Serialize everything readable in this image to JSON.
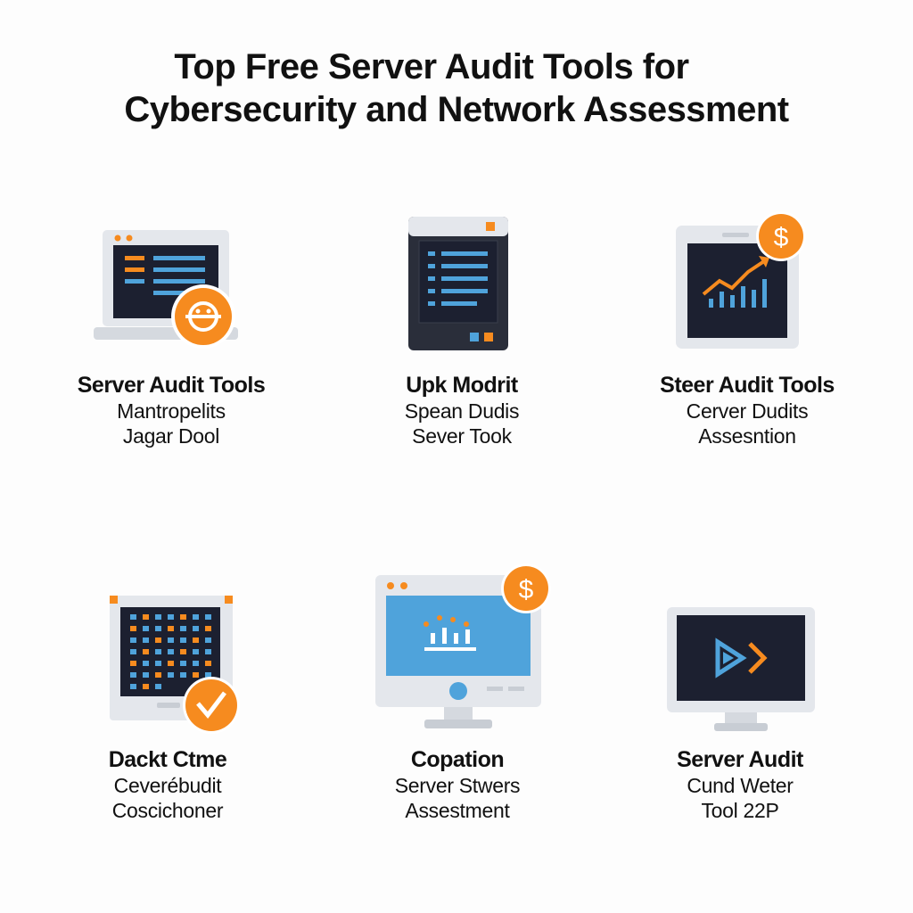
{
  "title": {
    "line1": "Top Free Server Audit Tools for",
    "line2": "Cybersecurity and Network Assessment"
  },
  "colors": {
    "orange": "#F68B1F",
    "blue": "#4FA3DB",
    "screen": "#1C2030",
    "frame": "#E4E7EC"
  },
  "tools": [
    {
      "name": "Server Audit Tools",
      "line1": "Mantropelits",
      "line2": "Jagar Dool",
      "icon": "laptop-settings-icon"
    },
    {
      "name": "Upk Modrit",
      "line1": "Spean Dudis",
      "line2": "Sever Took",
      "icon": "server-tower-icon"
    },
    {
      "name": "Steer Audit Tools",
      "line1": "Cerver Dudits",
      "line2": "Assesntion",
      "icon": "tablet-chart-dollar-icon"
    },
    {
      "name": "Dackt Ctme",
      "line1": "Ceverébudit",
      "line2": "Coscichoner",
      "icon": "grid-panel-check-icon"
    },
    {
      "name": "Copation",
      "line1": "Server Stwers",
      "line2": "Assestment",
      "icon": "monitor-dollar-icon"
    },
    {
      "name": "Server Audit",
      "line1": "Cund Weter",
      "line2": "Tool 22P",
      "icon": "monitor-play-icon"
    }
  ],
  "badges": {
    "dollar": "$"
  }
}
